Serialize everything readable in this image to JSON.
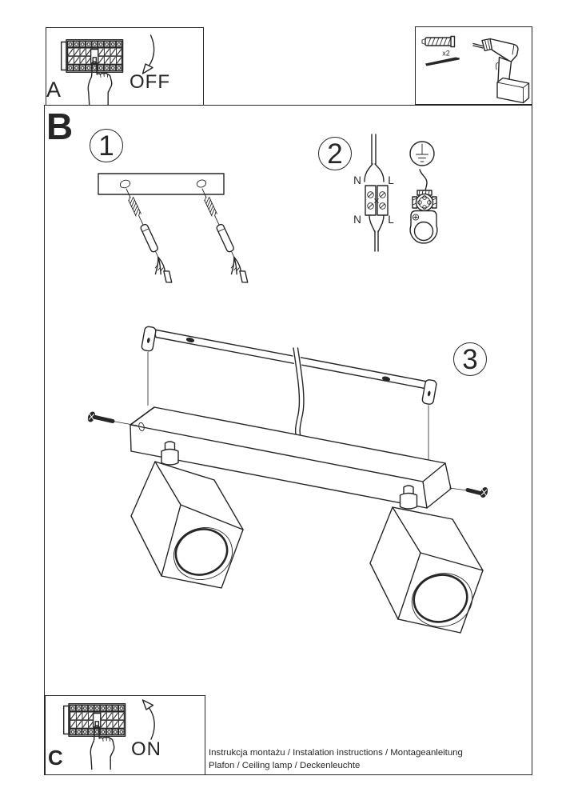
{
  "colors": {
    "paper": "#ffffff",
    "ink": "#262626"
  },
  "panel_off": {
    "label": "A",
    "action": "OFF"
  },
  "section_label": "B",
  "panel_on": {
    "label": "C",
    "action": "ON"
  },
  "tools": {
    "anchor_count_label": "x2"
  },
  "steps": [
    {
      "number": "1"
    },
    {
      "number": "2",
      "wire_labels": {
        "top_left": "N",
        "top_right": "L",
        "bottom_left": "N",
        "bottom_right": "L"
      }
    },
    {
      "number": "3"
    }
  ],
  "footer": {
    "title_line": "Instrukcja montażu / Instalation instructions / Montageanleitung",
    "product_line": "Plafon / Ceiling lamp / Deckenleuchte"
  },
  "icons": [
    "breaker-panel-icon",
    "pressing-hand-icon",
    "arrow-down-icon",
    "arrow-up-icon",
    "wall-plug-icon",
    "screw-icon",
    "drill-icon",
    "mounting-plate-icon",
    "screw-anchor-icon",
    "mains-cable-icon",
    "terminal-block-icon",
    "earth-symbol-icon",
    "ground-wire-icon",
    "ground-terminal-icon",
    "ring-lug-icon",
    "mounting-rail-icon",
    "bracket-tab-icon",
    "lamp-body-icon",
    "swivel-joint-icon",
    "spotlight-head-icon",
    "fixing-screw-icon"
  ]
}
